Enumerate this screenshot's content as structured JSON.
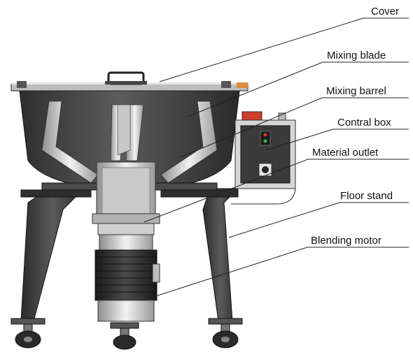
{
  "labels": {
    "cover": "Cover",
    "mixing_blade": "Mixing blade",
    "mixing_barrel": "Mixing barrel",
    "control_box": "Contral box",
    "material_outlet": "Material outlet",
    "floor_stand": "Floor stand",
    "blending_motor": "Blending motor"
  },
  "colors": {
    "body_dark": "#3a3a3a",
    "body_mid": "#5a5a5a",
    "steel_light": "#d9d9d9",
    "steel_mid": "#a8a8a8",
    "accent_orange": "#e08a3a",
    "indicator_red": "#d23a2a",
    "indicator_green": "#3ab34a"
  }
}
